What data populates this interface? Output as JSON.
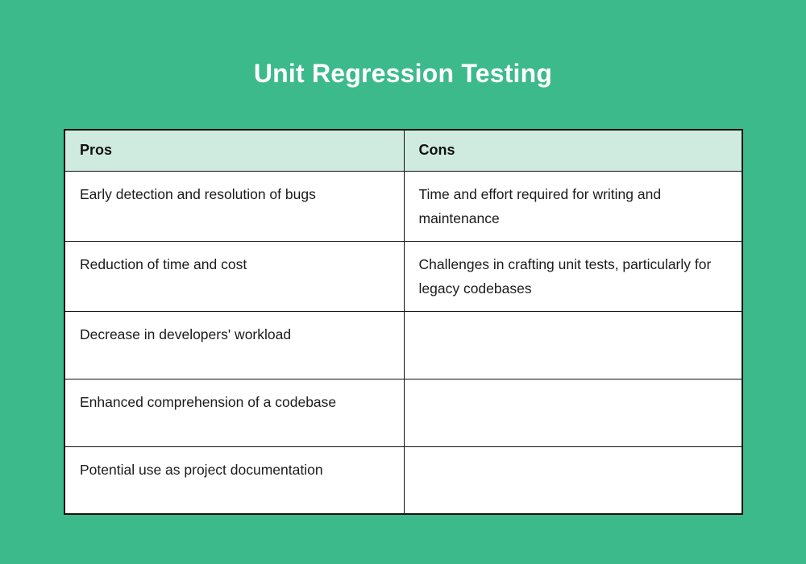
{
  "page": {
    "title": "Unit Regression Testing",
    "background_color": "#3cba8b",
    "title_color": "#ffffff"
  },
  "table": {
    "header_background": "#cfebe0",
    "cell_background": "#ffffff",
    "border_color": "#111111",
    "columns": [
      {
        "key": "pros",
        "label": "Pros"
      },
      {
        "key": "cons",
        "label": "Cons"
      }
    ],
    "rows": [
      {
        "pros": "Early detection and resolution of bugs",
        "cons": "Time and effort required for writing and maintenance"
      },
      {
        "pros": "Reduction of time and cost",
        "cons": "Challenges in crafting unit tests, particularly for legacy codebases"
      },
      {
        "pros": "Decrease in developers' workload",
        "cons": ""
      },
      {
        "pros": "Enhanced comprehension of a codebase",
        "cons": ""
      },
      {
        "pros": "Potential use as project documentation",
        "cons": ""
      }
    ]
  }
}
